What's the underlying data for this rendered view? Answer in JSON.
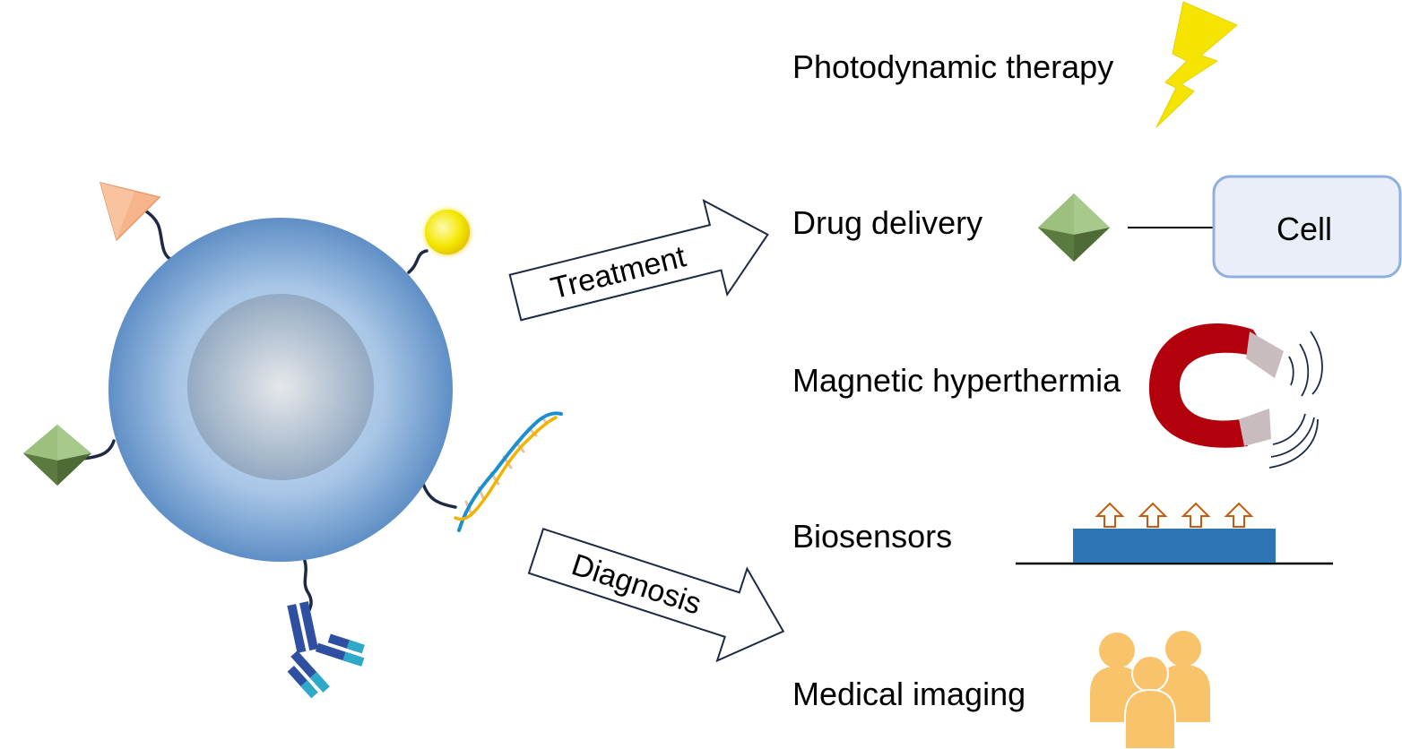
{
  "diagram": {
    "arrows": {
      "treatment": "Treatment",
      "diagnosis": "Diagnosis"
    },
    "applications": [
      {
        "label": "Photodynamic therapy",
        "icon": "lightning-bolt-icon"
      },
      {
        "label": "Drug delivery",
        "icon": "octahedron-icon",
        "target": "Cell"
      },
      {
        "label": "Magnetic hyperthermia",
        "icon": "horseshoe-magnet-icon"
      },
      {
        "label": "Biosensors",
        "icon": "sensor-chip-icon"
      },
      {
        "label": "Medical imaging",
        "icon": "people-group-icon"
      }
    ],
    "particle_ligands": [
      "cone-icon",
      "light-bulb-icon",
      "octahedron-icon",
      "dna-helix-icon",
      "antibody-icon"
    ],
    "colors": {
      "shell_outer": "#5f8fc6",
      "shell_inner": "#b9d3ee",
      "core": "#9eb1c6",
      "bolt": "#f5e400",
      "octahedron": "#8cb06a",
      "cell_box_border": "#8eb0e0",
      "cell_box_fill": "#e9eef8",
      "magnet_red": "#b2000d",
      "magnet_tip": "#c8bcbe",
      "sensor_blue": "#2e75b6",
      "sensor_arrow": "#c55a11",
      "people": "#f8c36b",
      "antibody_dark": "#2f4fa0",
      "antibody_light": "#2fa9c9"
    }
  }
}
